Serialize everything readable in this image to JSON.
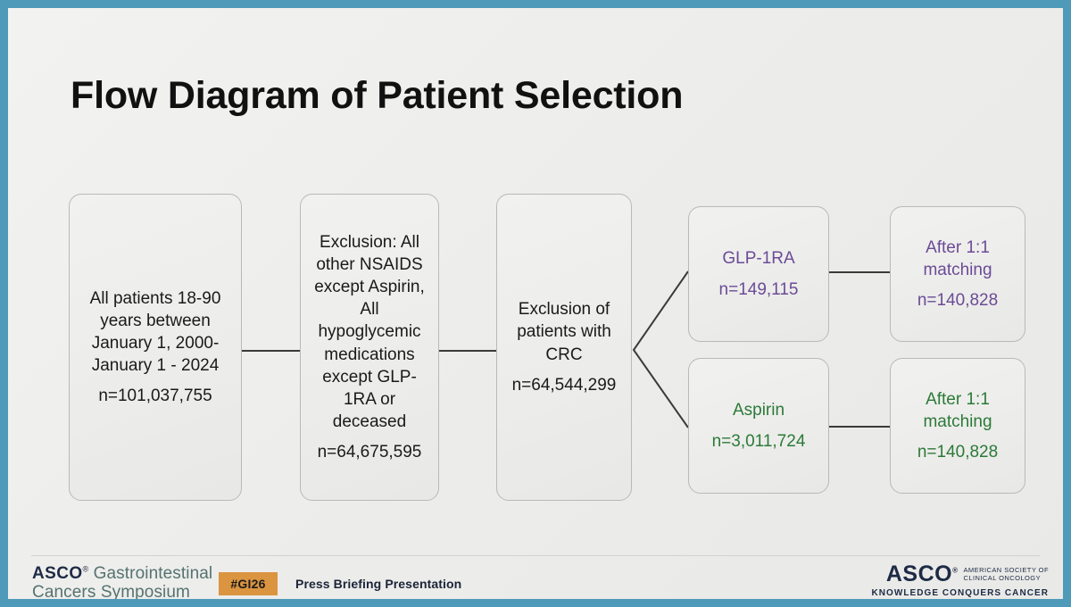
{
  "slide": {
    "title": "Flow Diagram of Patient Selection",
    "border_color": "#4e9ab8",
    "background_color": "#ececea"
  },
  "flow": {
    "boxes": [
      {
        "id": "all-patients",
        "body": "All patients 18-90\nyears between\nJanuary 1, 2000-\nJanuary 1 - 2024",
        "n": "n=101,037,755",
        "color": "#1a1a1a"
      },
      {
        "id": "exclusion-meds",
        "body": "Exclusion: All\nother NSAIDS\nexcept Aspirin,\nAll\nhypoglycemic\nmedications\nexcept GLP-\n1RA or\ndeceased",
        "n": "n=64,675,595",
        "color": "#1a1a1a"
      },
      {
        "id": "exclusion-crc",
        "body": "Exclusion of\npatients with\nCRC",
        "n": "n=64,544,299",
        "color": "#1a1a1a"
      },
      {
        "id": "glp1ra",
        "body": "GLP-1RA",
        "n": "n=149,115",
        "color": "#6b4b96"
      },
      {
        "id": "glp1ra-matched",
        "body": "After 1:1\nmatching",
        "n": "n=140,828",
        "color": "#6b4b96"
      },
      {
        "id": "aspirin",
        "body": "Aspirin",
        "n": "n=3,011,724",
        "color": "#2b7a38"
      },
      {
        "id": "aspirin-matched",
        "body": "After 1:1\nmatching",
        "n": "n=140,828",
        "color": "#2b7a38"
      }
    ]
  },
  "footer": {
    "symposium_mark": "ASCO",
    "symposium_reg": "®",
    "symposium_name": "Gastrointestinal\nCancers Symposium",
    "hashtag": "#GI26",
    "hashtag_color": "#db9440",
    "press_label": "Press Briefing Presentation",
    "logo_mark": "ASCO",
    "logo_reg": "®",
    "logo_society": "AMERICAN SOCIETY OF\nCLINICAL ONCOLOGY",
    "logo_tagline": "KNOWLEDGE CONQUERS CANCER"
  }
}
